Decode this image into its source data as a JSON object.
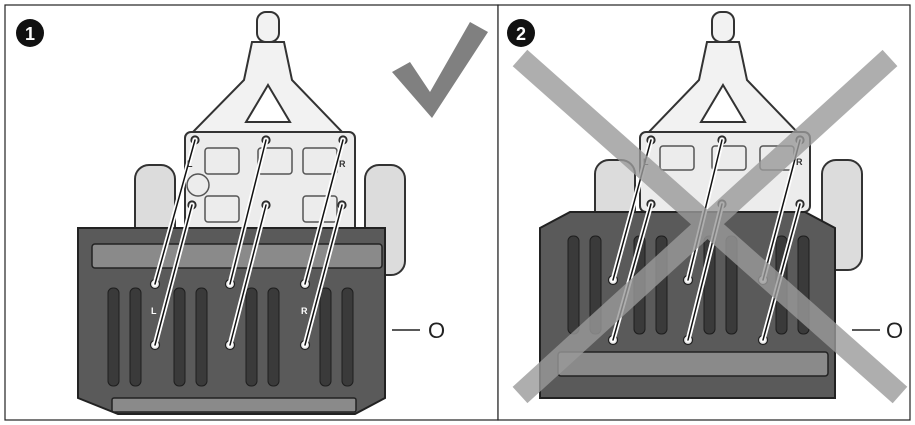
{
  "panels": [
    {
      "step": "1",
      "verdict": "correct",
      "callout": "O",
      "labels": {
        "left": "L",
        "right": "R"
      }
    },
    {
      "step": "2",
      "verdict": "incorrect",
      "callout": "O",
      "labels": {
        "left": "L",
        "right": "R"
      }
    }
  ],
  "colors": {
    "check_mark": "#808080",
    "cross_mark": "#9a9a9a",
    "tray": "#5a5a5a"
  },
  "icons": {
    "correct": "check-mark-icon",
    "incorrect": "cross-mark-icon"
  }
}
